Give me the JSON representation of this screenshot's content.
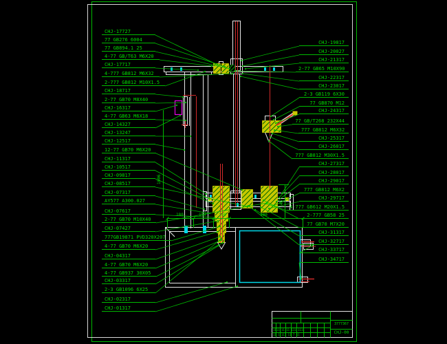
{
  "drawing": {
    "left_callouts": [
      "CHJ-17727",
      "77 GB276 6004",
      "77 GB894.1 25",
      "4-77 GB/T63 M6X20",
      "CHJ-17717",
      "4-777 GB812 M6X32",
      "2-777 GB812 M10X1.5",
      "CHJ-18717",
      "2-77 GB70 M8X40",
      "CHJ-16317",
      "4-77 GB63 M6X18",
      "CHJ-14327",
      "CHJ-13247",
      "CHJ-12517",
      "12-77 GB70 M6X20",
      "CHJ-11317",
      "CHJ-10517",
      "CHJ-09817",
      "CHJ-08517",
      "CHJ-07317",
      "AY577 A300.027",
      "CHJ-07617",
      "2-77 GB70 M10X40",
      "CHJ-07427",
      "777GB19871 PVD320X207",
      "4-77 GB70 M6X20",
      "CHJ-04317",
      "4-77 GB70 M6X20",
      "4-77 GB937 30X05",
      "CHJ-03317",
      "2-3 GB1096 6X25",
      "CHJ-02317",
      "CHJ-01317"
    ],
    "right_callouts": [
      "CHJ-19817",
      "CHJ-20027",
      "CHJ-21317",
      "2-77 GB65 M10X90",
      "CHJ-22317",
      "CHJ-23017",
      "2-3 GB119 6X30",
      "77 GB870 M12",
      "CHJ-24317",
      "77 GB/T268 232X44",
      "777 GB812 M6X32",
      "CHJ-25317",
      "CHJ-26017",
      "777 GB812 M30X1.5",
      "CHJ-27317",
      "CHJ-28017",
      "CHJ-29017",
      "777 GB812 M6X2",
      "CHJ-29717",
      "4-777 GB612 M20X1.5",
      "2-777 GB58 25",
      "77 GB70 M7X20",
      "CHJ-31317",
      "CHJ-32717",
      "CHJ-33717",
      "CHJ-34717"
    ],
    "dimensions": {
      "height": "1006",
      "widths": [
        "180",
        "150",
        "130",
        "400"
      ],
      "side": "45"
    },
    "title_block": {
      "title": "3777367",
      "code": "CHJ-00",
      "row1": "1111 11 11 111 1111",
      "row2": "11 1 111 11 7 11"
    },
    "colors": {
      "background": "#000000",
      "frame": "#00bb00",
      "callout_text": "#00dd00",
      "linework": "#e8e8e8",
      "centerline_red": "#d42a2a",
      "section_yellow": "#c8c800",
      "highlight_magenta": "#e800e8",
      "highlight_cyan": "#00d8e8"
    }
  }
}
